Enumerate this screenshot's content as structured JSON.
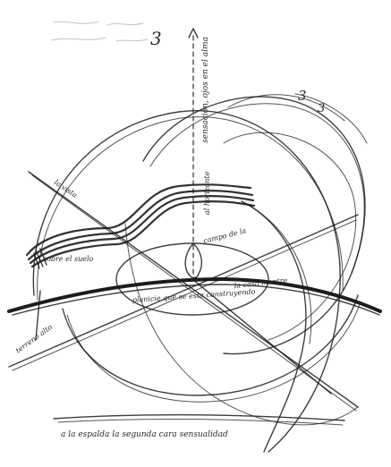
{
  "sketch": {
    "annotation_caption": "a la espalda la segunda cara sensualidad",
    "annotation_vertical": "sensación, ojos en el alma",
    "annotation_center": "planicie que se esta construyendo",
    "annotation_right": "la casa mentre",
    "annotation_left_wave": "sobre el suelo",
    "annotation_left_low": "terreno alto",
    "annotation_diag_upper": "la vista",
    "annotation_mid_right": "campo de la",
    "annotation_vertical_low": "al horizonte",
    "marker_top": "3",
    "marker_right_a": "3",
    "marker_right_b": "3"
  }
}
